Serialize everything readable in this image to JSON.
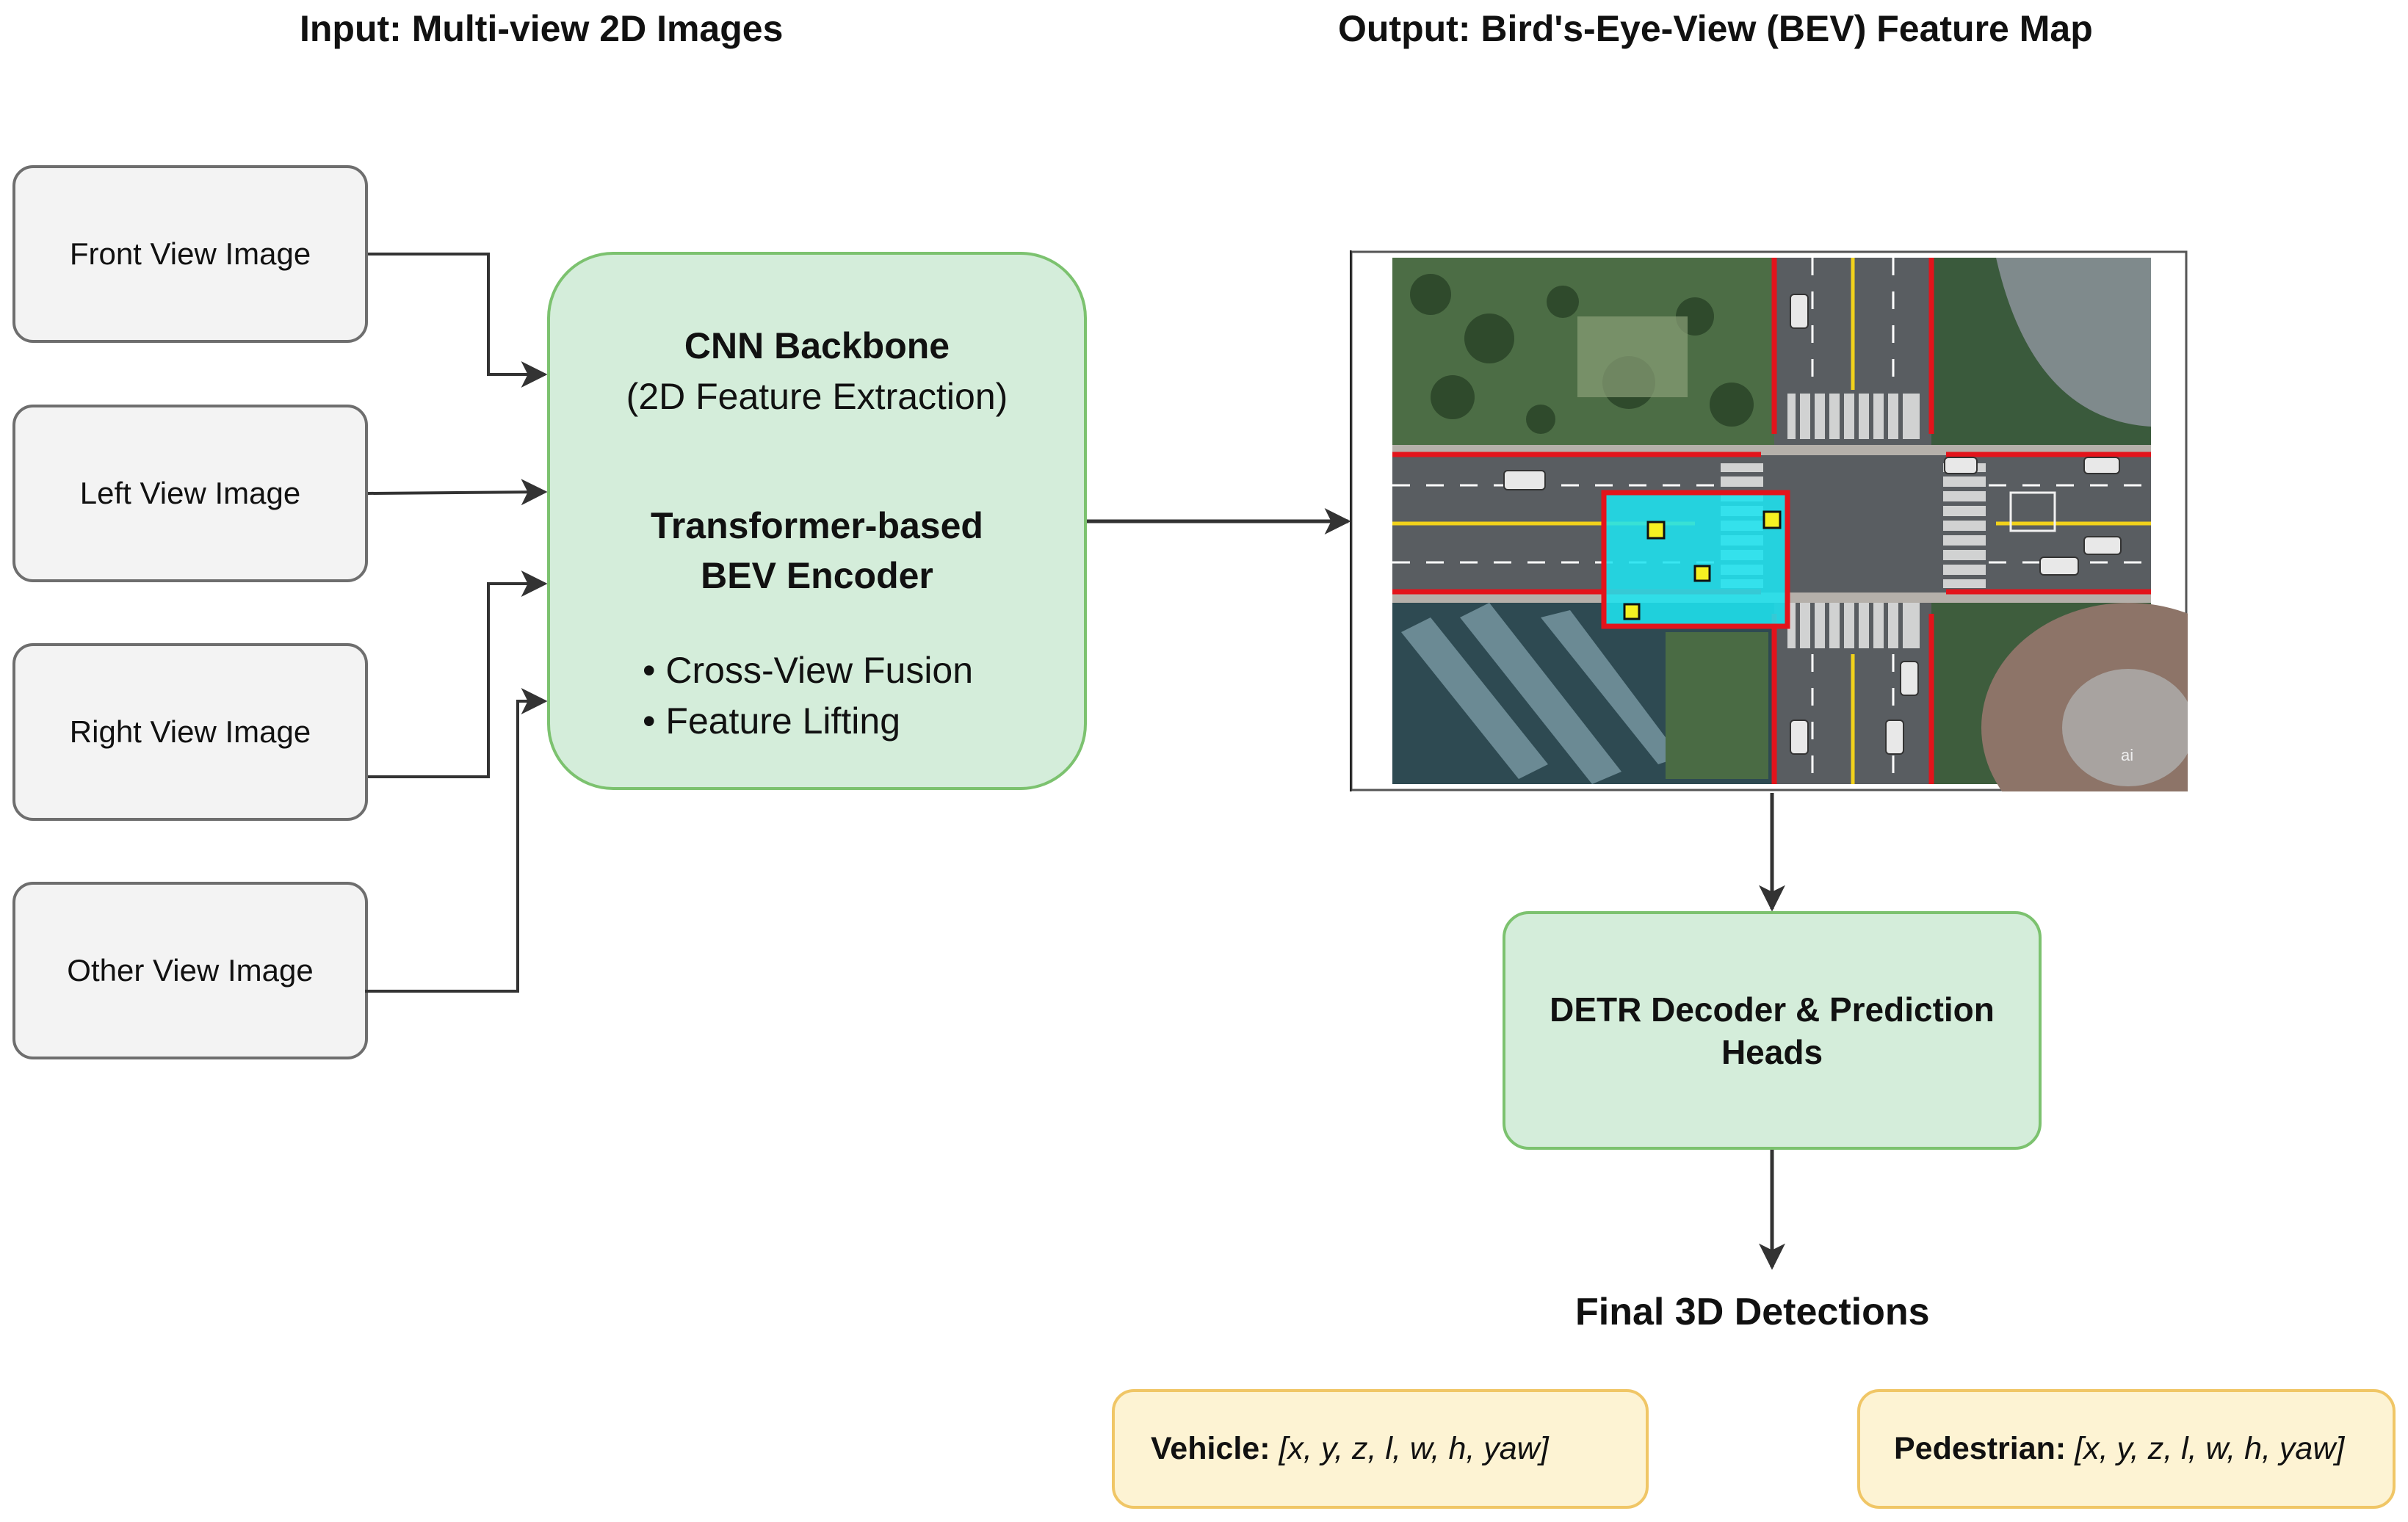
{
  "headings": {
    "input": "Input: Multi-view 2D Images",
    "output": "Output: Bird's-Eye-View (BEV) Feature Map",
    "final": "Final 3D Detections"
  },
  "views": [
    {
      "label": "Front View Image"
    },
    {
      "label": "Left View Image"
    },
    {
      "label": "Right View Image"
    },
    {
      "label": "Other View Image"
    }
  ],
  "encoder": {
    "title": "CNN Backbone",
    "subtitle": "(2D Feature Extraction)",
    "title2_line1": "Transformer-based",
    "title2_line2": "BEV Encoder",
    "bullet1": "• Cross-View Fusion",
    "bullet2": "• Feature Lifting"
  },
  "decoder": {
    "line1": "DETR Decoder & Prediction",
    "line2": "Heads"
  },
  "outputs": {
    "vehicle_label": "Vehicle:",
    "vehicle_value": "[x, y, z, l, w, h, yaw]",
    "pedestrian_label": "Pedestrian:",
    "pedestrian_value": "[x, y, z, l, w, h, yaw]"
  },
  "bev_map": {
    "watermark": "ai"
  },
  "colors": {
    "box_green_fill": "#d4edda",
    "box_green_stroke": "#7cc26f",
    "box_yellow_fill": "#fdf3d3",
    "box_yellow_stroke": "#f0c666",
    "view_fill": "#f3f3f3",
    "detection_region": "#1ee3ef",
    "detection_border": "#e3141b",
    "road_edge": "#e3141b",
    "lane_line": "#f2d21b"
  }
}
